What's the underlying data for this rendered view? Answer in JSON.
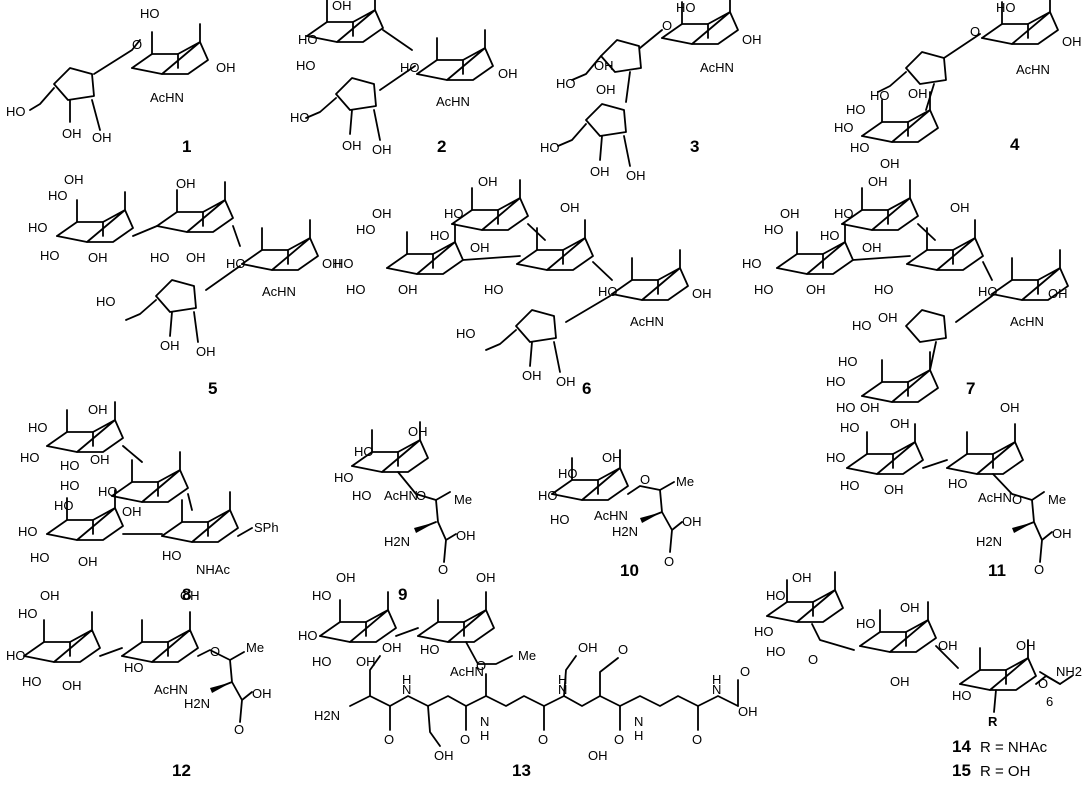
{
  "labels": {
    "oh": "OH",
    "ho": "HO",
    "achn": "AcHN",
    "nhac": "NHAc",
    "sph": "SPh",
    "h2n": "H2N",
    "me": "Me",
    "nh2": "NH2",
    "r": "R",
    "six": "6",
    "h": "H",
    "n": "N",
    "o": "O"
  },
  "compound_numbers": [
    "1",
    "2",
    "3",
    "4",
    "5",
    "6",
    "7",
    "8",
    "9",
    "10",
    "11",
    "12",
    "13"
  ],
  "legend": [
    {
      "num": "14",
      "text": "R = NHAc"
    },
    {
      "num": "15",
      "text": "R = OH"
    }
  ]
}
